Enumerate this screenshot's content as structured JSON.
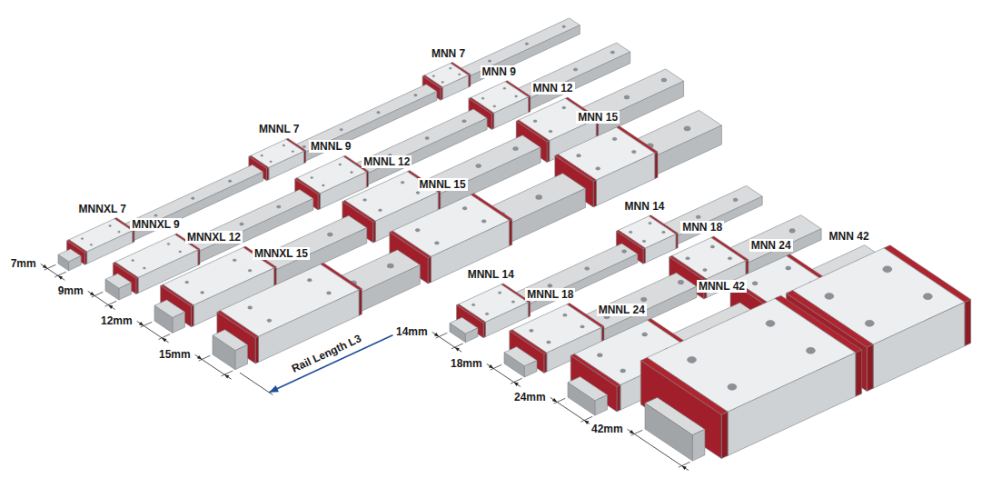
{
  "diagram": {
    "labels": [
      "MNN 7",
      "MNN 9",
      "MNN 12",
      "MNN 15",
      "MNNL 7",
      "MNNL 9",
      "MNNL 12",
      "MNNL 15",
      "MNNXL 7",
      "MNNXL 9",
      "MNNXL 12",
      "MNNXL 15",
      "7mm",
      "9mm",
      "12mm",
      "15mm",
      "Rail Length L3",
      "MNN 14",
      "MNN 18",
      "MNN 24",
      "MNN 42",
      "MNNL 14",
      "MNNL 18",
      "MNNL 24",
      "MNNL 42",
      "14mm",
      "18mm",
      "24mm",
      "42mm"
    ]
  }
}
